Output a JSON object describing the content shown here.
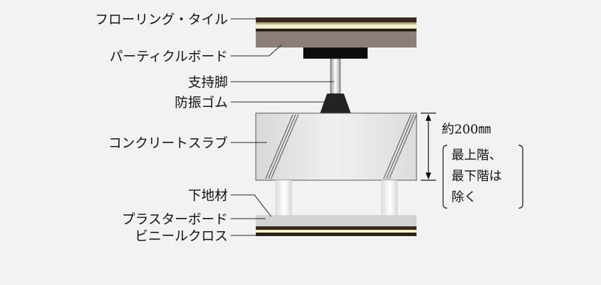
{
  "labels": {
    "flooring": "フローリング・タイル",
    "particle_board": "パーティクルボード",
    "support_leg": "支持脚",
    "vibration_rubber": "防振ゴム",
    "concrete_slab": "コンクリートスラブ",
    "base_material": "下地材",
    "plaster_board": "プラスターボード",
    "vinyl_cloth": "ビニールクロス"
  },
  "dimension": {
    "thickness": "約200㎜",
    "note_lines": [
      "最上階、",
      "最下階は",
      "除く"
    ]
  },
  "colors": {
    "background": "#f2f2f2",
    "flooring_dark": "#3a2a1e",
    "flooring_light": "#f2f0c8",
    "particle_board": "#8a7e76",
    "concrete_slab": "#e6e6e6",
    "rubber": "#222222",
    "ceiling_board": "#d2d2d2"
  }
}
